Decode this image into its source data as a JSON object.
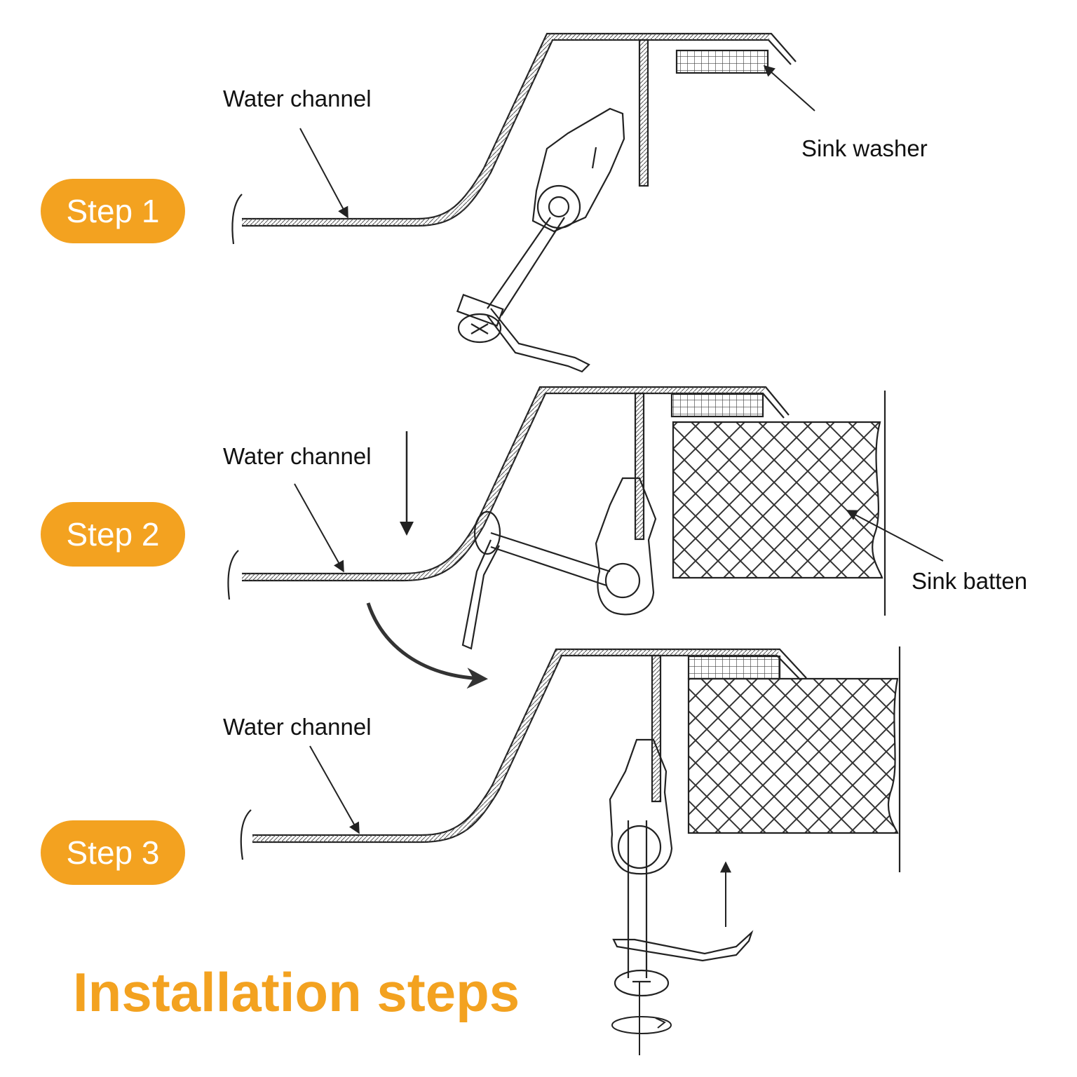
{
  "steps": [
    {
      "label": "Step 1",
      "channel_label": "Water channel",
      "part_label": "Sink washer"
    },
    {
      "label": "Step 2",
      "channel_label": "Water channel",
      "part_label": "Sink batten"
    },
    {
      "label": "Step 3",
      "channel_label": "Water channel"
    }
  ],
  "title": "Installation steps",
  "colors": {
    "accent": "#f3a220",
    "line": "#222222",
    "text": "#111111",
    "background": "#ffffff"
  },
  "icons": [
    "down-arrow-icon",
    "curved-arrow-icon",
    "up-arrow-icon",
    "rotate-icon"
  ]
}
